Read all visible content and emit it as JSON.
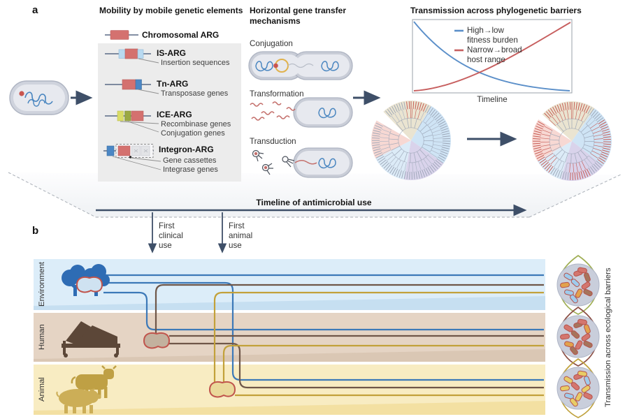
{
  "figure": {
    "panel_a_label": "a",
    "panel_b_label": "b"
  },
  "mobility": {
    "title": "Mobility by mobile genetic elements",
    "chromosomal_label": "Chromosomal ARG",
    "elements": [
      {
        "label": "IS-ARG",
        "notes": [
          "Insertion sequences"
        ]
      },
      {
        "label": "Tn-ARG",
        "notes": [
          "Transposase genes"
        ]
      },
      {
        "label": "ICE-ARG",
        "notes": [
          "Recombinase genes",
          "Conjugation genes"
        ]
      },
      {
        "label": "Integron-ARG",
        "notes": [
          "Gene cassettes",
          "Integrase genes"
        ]
      }
    ]
  },
  "hgt": {
    "title": "Horizontal gene transfer mechanisms",
    "mechanisms": [
      "Conjugation",
      "Transformation",
      "Transduction"
    ]
  },
  "phylo": {
    "title": "Transmission across phylogenetic barriers",
    "xlabel": "Timeline",
    "legend": [
      {
        "line1": "High→low",
        "line2": "fitness burden",
        "color": "#5b8fc9"
      },
      {
        "line1": "Narrow→broad",
        "line2": "host range",
        "color": "#c75f5f"
      }
    ]
  },
  "chart_data": {
    "type": "line",
    "title": "Transmission across phylogenetic barriers",
    "xlabel": "Timeline",
    "x": [
      0,
      0.2,
      0.4,
      0.6,
      0.8,
      1
    ],
    "series": [
      {
        "name": "High→low fitness burden",
        "color": "#5b8fc9",
        "values": [
          1.0,
          0.55,
          0.3,
          0.15,
          0.06,
          0.02
        ]
      },
      {
        "name": "Narrow→broad host range",
        "color": "#c75f5f",
        "values": [
          0.02,
          0.06,
          0.15,
          0.3,
          0.55,
          1.0
        ]
      }
    ],
    "legend_position": "upper-center-inside",
    "axis_ticks": "none (conceptual timeline)"
  },
  "timeline": {
    "title": "Timeline of antimicrobial use",
    "markers": [
      {
        "label": "First clinical use"
      },
      {
        "label": "First animal use"
      }
    ]
  },
  "ecology": {
    "bands": [
      {
        "name": "Environment"
      },
      {
        "name": "Human"
      },
      {
        "name": "Animal"
      }
    ],
    "caption": "Transmission across ecological barriers"
  },
  "colors": {
    "arrow_navy": "#3e4f68",
    "arg_red": "#d4716f",
    "is_lightblue": "#b9daf1",
    "tn_blue": "#4b87c5",
    "ice_lightgreen": "#d9dc66",
    "ice_olive": "#9aa842",
    "curve_blue": "#5b8fc9",
    "curve_red": "#c75f5f",
    "env_band": "#dcedf9",
    "human_band": "#e5d4c4",
    "animal_band": "#f8ecc2",
    "line_blue": "#3c79b8",
    "line_brown": "#6f5749",
    "line_yellow": "#c2a13a",
    "bacteria_outline": "#c0544c",
    "link_green": "#9fae53",
    "link_maroon": "#8c4f45",
    "link_gold": "#c0a23e"
  }
}
